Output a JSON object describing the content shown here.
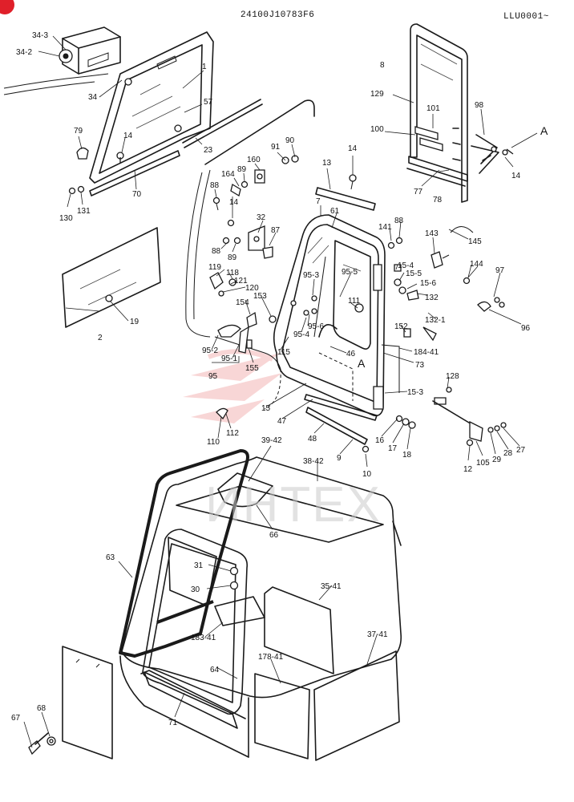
{
  "header": {
    "drawing_number": "24100J10783F6",
    "page_code": "LLU0001~"
  },
  "watermark": {
    "text": "ИНТЕХ",
    "logo_color": "#f0a5a5"
  },
  "corner_badge": {
    "color": "#e0202a"
  },
  "callouts": {
    "p34_3": "34-3",
    "p34_2": "34-2",
    "p34": "34",
    "p1": "1",
    "p57": "57",
    "p79": "79",
    "p14a": "14",
    "p23": "23",
    "p70": "70",
    "p130": "130",
    "p131": "131",
    "p8": "8",
    "p129": "129",
    "p101": "101",
    "p98": "98",
    "p100": "100",
    "pA1": "A",
    "p14b": "14",
    "p77": "77",
    "p78": "78",
    "p91": "91",
    "p90": "90",
    "p160": "160",
    "p164": "164",
    "p89a": "89",
    "p88a": "88",
    "p14c": "14",
    "p13": "13",
    "p14d": "14",
    "p7": "7",
    "p61": "61",
    "p32": "32",
    "p87": "87",
    "p88b": "88",
    "p89b": "89",
    "p141": "141",
    "p88c": "88",
    "p143": "143",
    "p145": "145",
    "p119": "119",
    "p118": "118",
    "p121": "121",
    "p120": "120",
    "p95_3": "95-3",
    "p95_5": "95-5",
    "p15_4": "15-4",
    "p15_5": "15-5",
    "p15_6": "15-6",
    "p144": "144",
    "p97": "97",
    "p154": "154",
    "p153": "153",
    "p111": "111",
    "p132": "132",
    "p132_1": "132-1",
    "p96": "96",
    "p95_6": "95-6",
    "p95_4": "95-4",
    "p152": "152",
    "p184_41": "184-41",
    "p2": "2",
    "p19": "19",
    "p95_2": "95-2",
    "p95_1": "95-1",
    "p115": "115",
    "p155": "155",
    "p46": "46",
    "pA2": "A",
    "p73": "73",
    "p95": "95",
    "p128": "128",
    "p15_3": "15-3",
    "p15": "15",
    "p47": "47",
    "p112": "112",
    "p110": "110",
    "p48": "48",
    "p16": "16",
    "p17": "17",
    "p18": "18",
    "p9": "9",
    "p12": "12",
    "p105": "105",
    "p29": "29",
    "p28": "28",
    "p27": "27",
    "p10": "10",
    "p39_42": "39-42",
    "p38_42": "38-42",
    "p66": "66",
    "p63": "63",
    "p31": "31",
    "p30": "30",
    "p35_41": "35-41",
    "p183_41": "183-41",
    "p37_41": "37-41",
    "p178_41": "178-41",
    "p64": "64",
    "p71": "71",
    "p67": "67",
    "p68": "68"
  }
}
